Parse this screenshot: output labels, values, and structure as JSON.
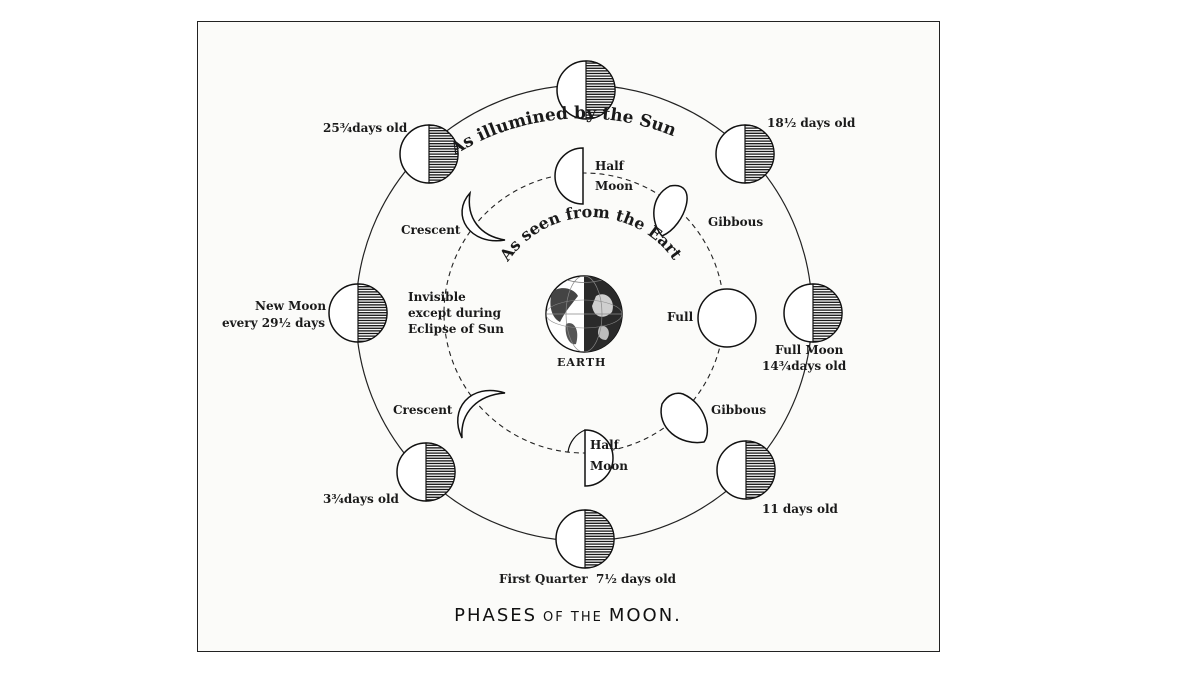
{
  "diagram": {
    "title_main_1": "PHASES",
    "title_of": "OF THE",
    "title_main_2": "MOON.",
    "arc_text_outer": "As illumined by the Sun",
    "arc_text_inner": "As seen from the Earth",
    "earth_label": "EARTH",
    "outer_labels": {
      "top_left": "25¾days old",
      "top_right": "18½ days old",
      "left_1": "New Moon",
      "left_2": "every 29½ days",
      "right_1": "Full Moon",
      "right_2": "14¾days old",
      "bottom_left": "3¾days old",
      "bottom_right": "11 days old",
      "bottom": "First Quarter  7½ days old"
    },
    "inner_labels": {
      "half_top_1": "Half",
      "half_top_2": "Moon",
      "gibbous_top": "Gibbous",
      "crescent_top": "Crescent",
      "invisible_1": "Invisible",
      "invisible_2": "except during",
      "invisible_3": "Eclipse of Sun",
      "full": "Full",
      "crescent_bottom": "Crescent",
      "gibbous_bottom": "Gibbous",
      "half_bottom_1": "Half",
      "half_bottom_2": "Moon"
    },
    "colors": {
      "ink": "#1a1a1a",
      "paper": "#fbfbf9",
      "frame": "#222222"
    }
  }
}
